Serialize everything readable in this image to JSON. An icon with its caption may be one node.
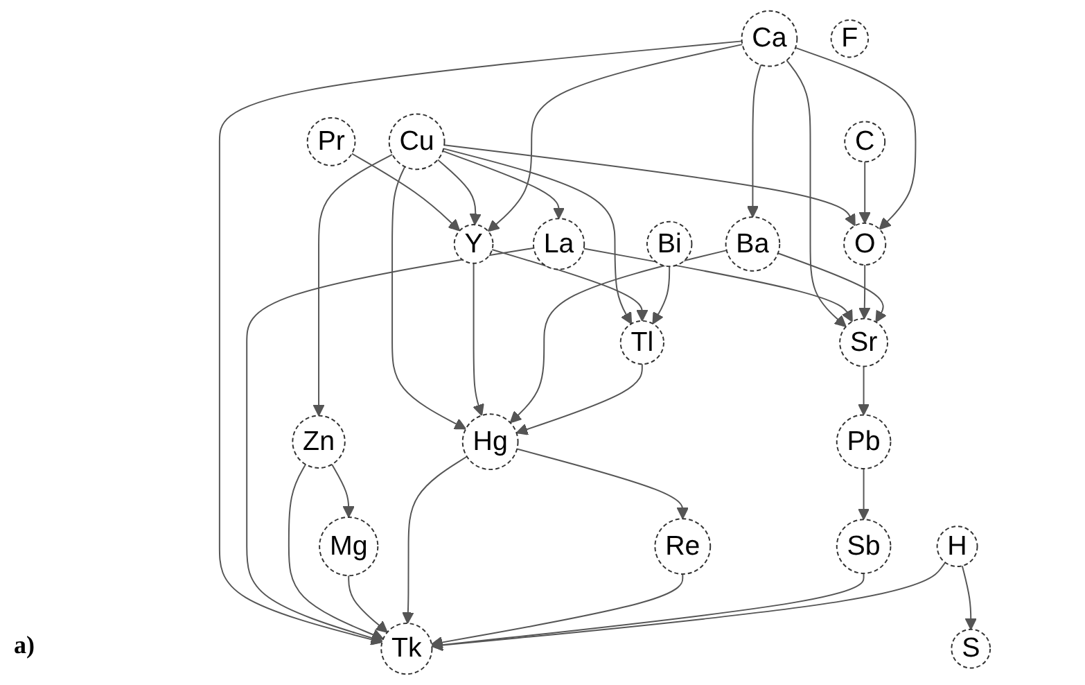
{
  "diagram": {
    "nodes": [
      {
        "text": [
          "Pr"
        ]
      },
      {
        "text": [
          "Cu"
        ]
      },
      {
        "text": [
          "C"
        ]
      },
      {
        "text": [
          "Ca"
        ]
      },
      {
        "text": [
          "F"
        ]
      },
      {
        "text": [
          "Y"
        ]
      },
      {
        "text": [
          "Bi"
        ]
      },
      {
        "text": [
          "La"
        ]
      },
      {
        "text": [
          "O"
        ]
      },
      {
        "text": [
          "Ba"
        ]
      },
      {
        "text": [
          "Tl"
        ]
      },
      {
        "text": [
          "Sr"
        ]
      },
      {
        "text": [
          "Zn"
        ]
      },
      {
        "text": [
          "Hg"
        ]
      },
      {
        "text": [
          "Pb"
        ]
      },
      {
        "text": [
          "Mg"
        ]
      },
      {
        "text": [
          "Re"
        ]
      },
      {
        "text": [
          "Sb"
        ]
      },
      {
        "text": [
          "H"
        ]
      },
      {
        "text": [
          "Tk"
        ]
      },
      {
        "text": [
          "S"
        ]
      }
    ],
    "edges": [
      {
        "from": 0,
        "to": 5,
        "arrow": "to"
      },
      {
        "from": 1,
        "to": 5,
        "arrow": "to"
      },
      {
        "from": 1,
        "to": 10,
        "arrow": "to"
      },
      {
        "from": 1,
        "to": 7,
        "arrow": "to"
      },
      {
        "from": 1,
        "to": 8,
        "arrow": "to"
      },
      {
        "from": 1,
        "to": 12,
        "arrow": "to"
      },
      {
        "from": 1,
        "to": 13,
        "arrow": "to"
      },
      {
        "from": 2,
        "to": 8,
        "arrow": "to"
      },
      {
        "from": 3,
        "to": 5,
        "arrow": "to"
      },
      {
        "from": 3,
        "to": 8,
        "arrow": "to"
      },
      {
        "from": 3,
        "to": 11,
        "arrow": "to"
      },
      {
        "from": 3,
        "to": 9,
        "arrow": "to"
      },
      {
        "from": 3,
        "to": 19,
        "arrow": "to"
      },
      {
        "from": 5,
        "to": 10,
        "arrow": "to"
      },
      {
        "from": 5,
        "to": 13,
        "arrow": "to"
      },
      {
        "from": 6,
        "to": 10,
        "arrow": "to"
      },
      {
        "from": 7,
        "to": 11,
        "arrow": "to"
      },
      {
        "from": 7,
        "to": 19,
        "arrow": "to"
      },
      {
        "from": 8,
        "to": 11,
        "arrow": "to"
      },
      {
        "from": 9,
        "to": 11,
        "arrow": "to"
      },
      {
        "from": 9,
        "to": 13,
        "arrow": "to"
      },
      {
        "from": 10,
        "to": 13,
        "arrow": "to"
      },
      {
        "from": 11,
        "to": 14,
        "arrow": "to"
      },
      {
        "from": 14,
        "to": 17,
        "arrow": "to"
      },
      {
        "from": 12,
        "to": 15,
        "arrow": "to"
      },
      {
        "from": 12,
        "to": 19,
        "arrow": "to"
      },
      {
        "from": 15,
        "to": 19,
        "arrow": "to"
      },
      {
        "from": 13,
        "to": 16,
        "arrow": "to"
      },
      {
        "from": 13,
        "to": 19,
        "arrow": "to"
      },
      {
        "from": 16,
        "to": 19,
        "arrow": "to"
      },
      {
        "from": 17,
        "to": 19,
        "arrow": "to"
      },
      {
        "from": 18,
        "to": 19,
        "arrow": "to"
      },
      {
        "from": 18,
        "to": 20,
        "arrow": "to"
      }
    ],
    "labels": [
      "a)"
    ]
  }
}
